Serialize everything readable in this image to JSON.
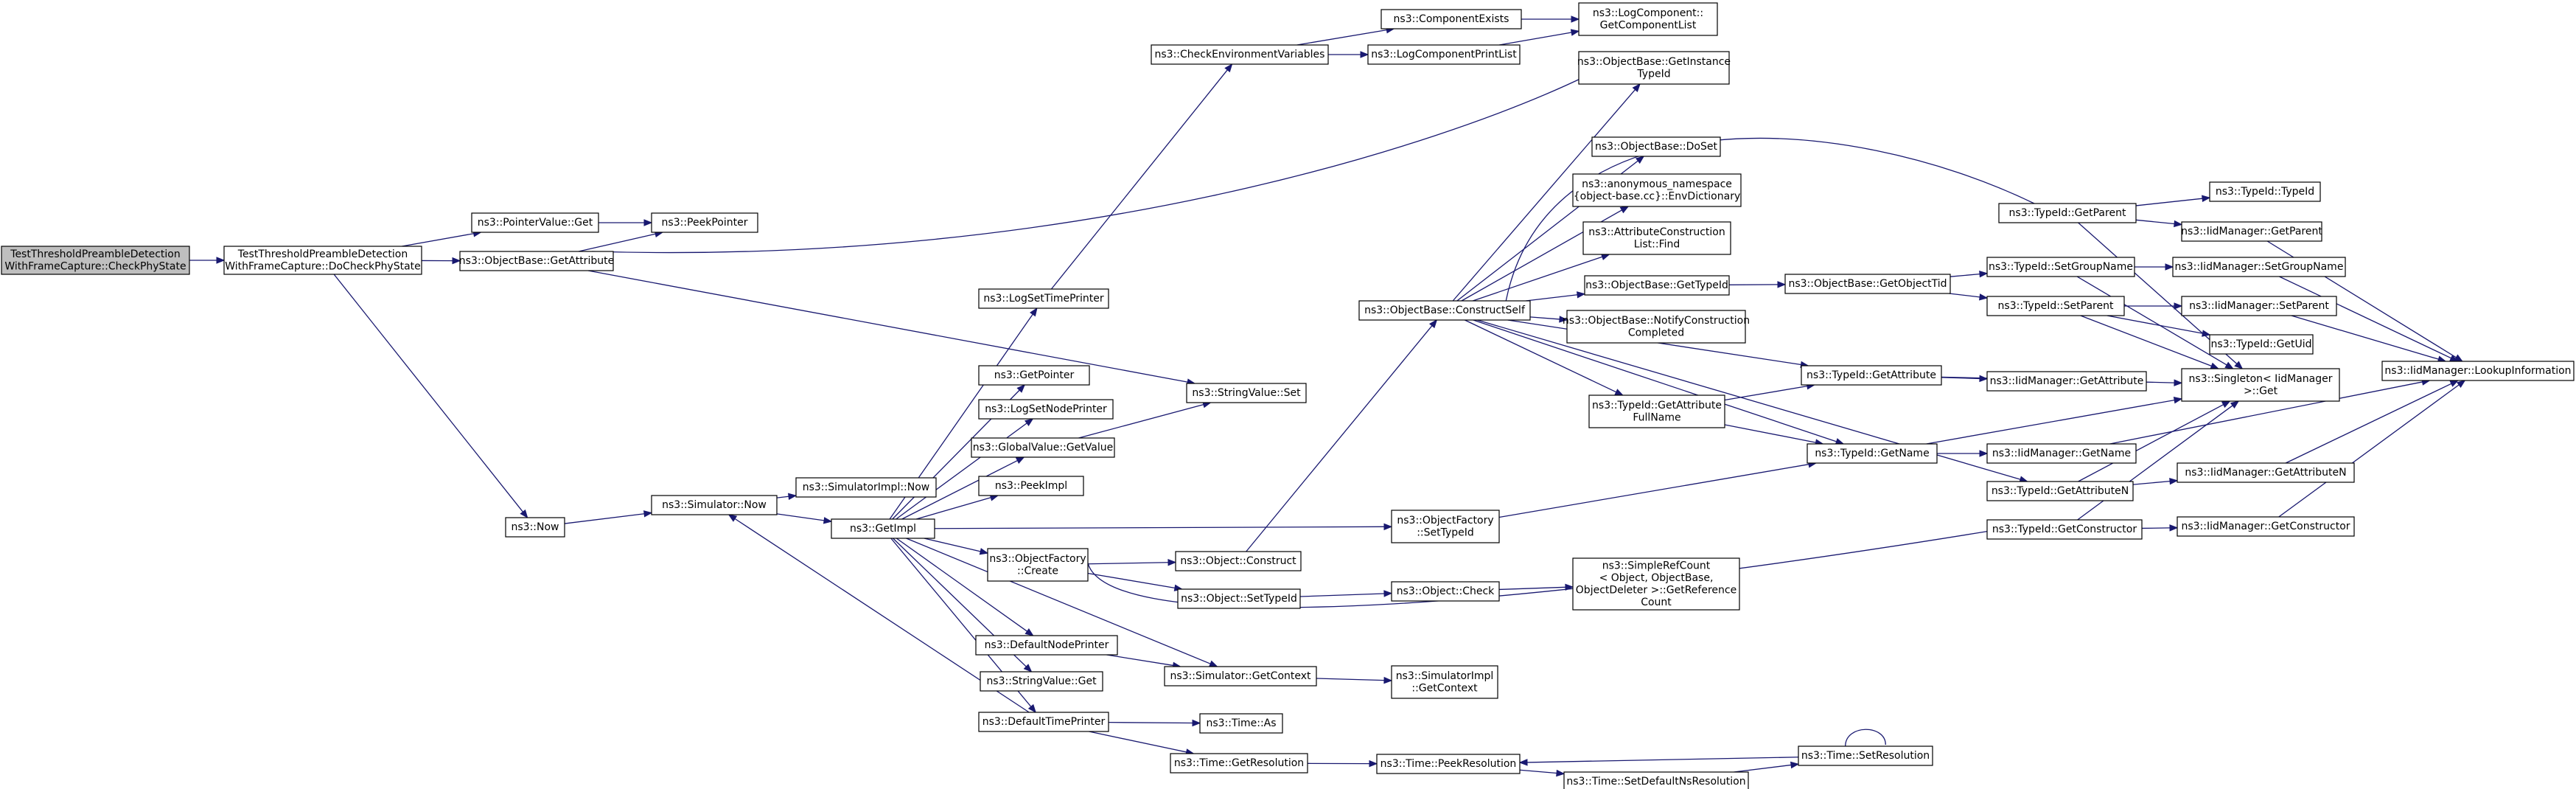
{
  "colors": {
    "edge": "#191970",
    "root_fill": "#bfbfbf",
    "node_fill": "#ffffff",
    "node_stroke": "#000000"
  },
  "nodes": {
    "root": [
      "TestThresholdPreambleDetection",
      "WithFrameCapture::CheckPhyState"
    ],
    "docheck": [
      "TestThresholdPreambleDetection",
      "WithFrameCapture::DoCheckPhyState"
    ],
    "pvget": [
      "ns3::PointerValue::Get"
    ],
    "peekptr": [
      "ns3::PeekPointer"
    ],
    "getattr": [
      "ns3::ObjectBase::GetAttribute"
    ],
    "now": [
      "ns3::Now"
    ],
    "simnow": [
      "ns3::Simulator::Now"
    ],
    "simimplnow": [
      "ns3::SimulatorImpl::Now"
    ],
    "getimpl": [
      "ns3::GetImpl"
    ],
    "checkenv": [
      "ns3::CheckEnvironmentVariables"
    ],
    "compexists": [
      "ns3::ComponentExists"
    ],
    "logcomplist": [
      "ns3::LogComponent::",
      "GetComponentList"
    ],
    "logcompprint": [
      "ns3::LogComponentPrintList"
    ],
    "logsettime": [
      "ns3::LogSetTimePrinter"
    ],
    "getpointer": [
      "ns3::GetPointer"
    ],
    "logsetnode": [
      "ns3::LogSetNodePrinter"
    ],
    "gvget": [
      "ns3::GlobalValue::GetValue"
    ],
    "peekimpl": [
      "ns3::PeekImpl"
    ],
    "ofcreate": [
      "ns3::ObjectFactory",
      "::Create"
    ],
    "defnode": [
      "ns3::DefaultNodePrinter"
    ],
    "svget": [
      "ns3::StringValue::Get"
    ],
    "deftime": [
      "ns3::DefaultTimePrinter"
    ],
    "svset": [
      "ns3::StringValue::Set"
    ],
    "objconstruct": [
      "ns3::Object::Construct"
    ],
    "objsettypeid": [
      "ns3::Object::SetTypeId"
    ],
    "simgetctx": [
      "ns3::Simulator::GetContext"
    ],
    "timeas": [
      "ns3::Time::As"
    ],
    "timegetres": [
      "ns3::Time::GetResolution"
    ],
    "constructself": [
      "ns3::ObjectBase::ConstructSelf"
    ],
    "ofsettypeid": [
      "ns3::ObjectFactory",
      "::SetTypeId"
    ],
    "objcheck": [
      "ns3::Object::Check"
    ],
    "simimplgetctx": [
      "ns3::SimulatorImpl",
      "::GetContext"
    ],
    "timepeekres": [
      "ns3::Time::PeekResolution"
    ],
    "getinsttid": [
      "ns3::ObjectBase::GetInstance",
      "TypeId"
    ],
    "doset": [
      "ns3::ObjectBase::DoSet"
    ],
    "envdict": [
      "ns3::anonymous_namespace",
      "{object-base.cc}::EnvDictionary"
    ],
    "attrfind": [
      "ns3::AttributeConstruction",
      "List::Find"
    ],
    "obgettid": [
      "ns3::ObjectBase::GetTypeId"
    ],
    "notify": [
      "ns3::ObjectBase::NotifyConstruction",
      "Completed"
    ],
    "tidgetattrfull": [
      "ns3::TypeId::GetAttribute",
      "FullName"
    ],
    "simplerefcount": [
      "ns3::SimpleRefCount",
      "< Object, ObjectBase,",
      "ObjectDeleter >::GetReference",
      "Count"
    ],
    "setdefns": [
      "ns3::Time::SetDefaultNsResolution"
    ],
    "tidgetattr": [
      "ns3::TypeId::GetAttribute"
    ],
    "tidgetname": [
      "ns3::TypeId::GetName"
    ],
    "obgetobjtid": [
      "ns3::ObjectBase::GetObjectTid"
    ],
    "timesetres": [
      "ns3::Time::SetResolution"
    ],
    "tidgetparent": [
      "ns3::TypeId::GetParent"
    ],
    "tidsetgroup": [
      "ns3::TypeId::SetGroupName"
    ],
    "tidsetparent": [
      "ns3::TypeId::SetParent"
    ],
    "iidgetattr": [
      "ns3::IidManager::GetAttribute"
    ],
    "iidgetname": [
      "ns3::IidManager::GetName"
    ],
    "tidgetattrn": [
      "ns3::TypeId::GetAttributeN"
    ],
    "tidgetctor": [
      "ns3::TypeId::GetConstructor"
    ],
    "tidtid": [
      "ns3::TypeId::TypeId"
    ],
    "iidgetparent": [
      "ns3::IidManager::GetParent"
    ],
    "iidsetgroup": [
      "ns3::IidManager::SetGroupName"
    ],
    "iidsetparent": [
      "ns3::IidManager::SetParent"
    ],
    "tidgetuid": [
      "ns3::TypeId::GetUid"
    ],
    "singleton": [
      "ns3::Singleton< IidManager",
      ">::Get"
    ],
    "iidgetattrn": [
      "ns3::IidManager::GetAttributeN"
    ],
    "iidgetctor": [
      "ns3::IidManager::GetConstructor"
    ],
    "lookup": [
      "ns3::IidManager::LookupInformation"
    ]
  }
}
